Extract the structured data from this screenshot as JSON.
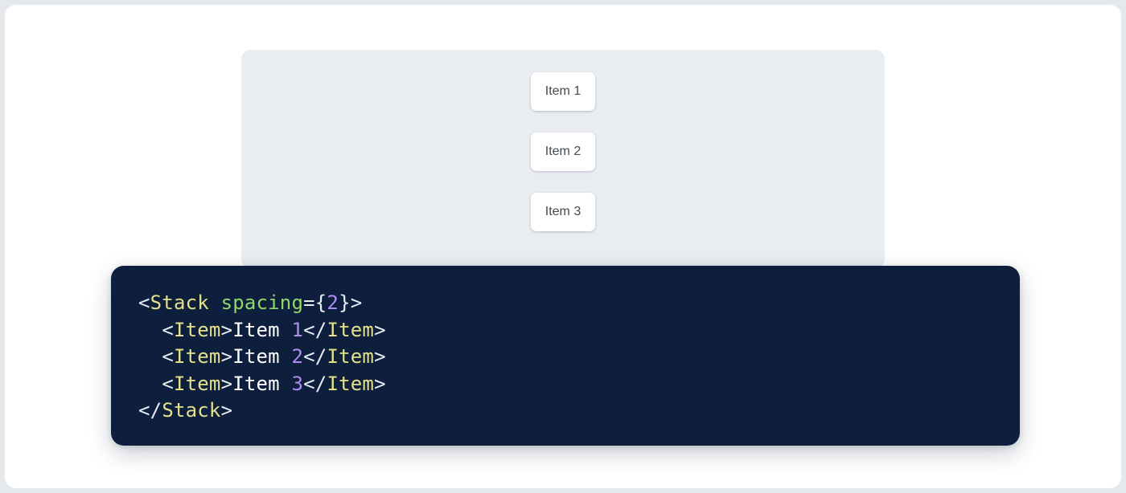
{
  "page": {
    "background_color": "#e5e8ec",
    "card_color": "#ffffff"
  },
  "preview": {
    "panel_color": "#e9ecf1",
    "items": [
      {
        "label": "Item 1"
      },
      {
        "label": "Item 2"
      },
      {
        "label": "Item 3"
      }
    ]
  },
  "code": {
    "language": "jsx",
    "background_color": "#0d1f3c",
    "colors": {
      "punctuation": "#e8edf5",
      "tag": "#e5e08a",
      "attribute": "#8fd96a",
      "number": "#ae8cf0",
      "text": "#ffffff"
    },
    "plain_text": "<Stack spacing={2}>\n  <Item>Item 1</Item>\n  <Item>Item 2</Item>\n  <Item>Item 3</Item>\n</Stack>",
    "lines": [
      {
        "indent": "",
        "tokens": [
          {
            "t": "punct",
            "v": "<"
          },
          {
            "t": "tag",
            "v": "Stack"
          },
          {
            "t": "punct",
            "v": " "
          },
          {
            "t": "attr",
            "v": "spacing"
          },
          {
            "t": "punct",
            "v": "={"
          },
          {
            "t": "number",
            "v": "2"
          },
          {
            "t": "punct",
            "v": "}>"
          }
        ]
      },
      {
        "indent": "  ",
        "tokens": [
          {
            "t": "punct",
            "v": "<"
          },
          {
            "t": "tag",
            "v": "Item"
          },
          {
            "t": "punct",
            "v": ">"
          },
          {
            "t": "text",
            "v": "Item "
          },
          {
            "t": "number",
            "v": "1"
          },
          {
            "t": "punct",
            "v": "</"
          },
          {
            "t": "tag",
            "v": "Item"
          },
          {
            "t": "punct",
            "v": ">"
          }
        ]
      },
      {
        "indent": "  ",
        "tokens": [
          {
            "t": "punct",
            "v": "<"
          },
          {
            "t": "tag",
            "v": "Item"
          },
          {
            "t": "punct",
            "v": ">"
          },
          {
            "t": "text",
            "v": "Item "
          },
          {
            "t": "number",
            "v": "2"
          },
          {
            "t": "punct",
            "v": "</"
          },
          {
            "t": "tag",
            "v": "Item"
          },
          {
            "t": "punct",
            "v": ">"
          }
        ]
      },
      {
        "indent": "  ",
        "tokens": [
          {
            "t": "punct",
            "v": "<"
          },
          {
            "t": "tag",
            "v": "Item"
          },
          {
            "t": "punct",
            "v": ">"
          },
          {
            "t": "text",
            "v": "Item "
          },
          {
            "t": "number",
            "v": "3"
          },
          {
            "t": "punct",
            "v": "</"
          },
          {
            "t": "tag",
            "v": "Item"
          },
          {
            "t": "punct",
            "v": ">"
          }
        ]
      },
      {
        "indent": "",
        "tokens": [
          {
            "t": "punct",
            "v": "</"
          },
          {
            "t": "tag",
            "v": "Stack"
          },
          {
            "t": "punct",
            "v": ">"
          }
        ]
      }
    ]
  }
}
